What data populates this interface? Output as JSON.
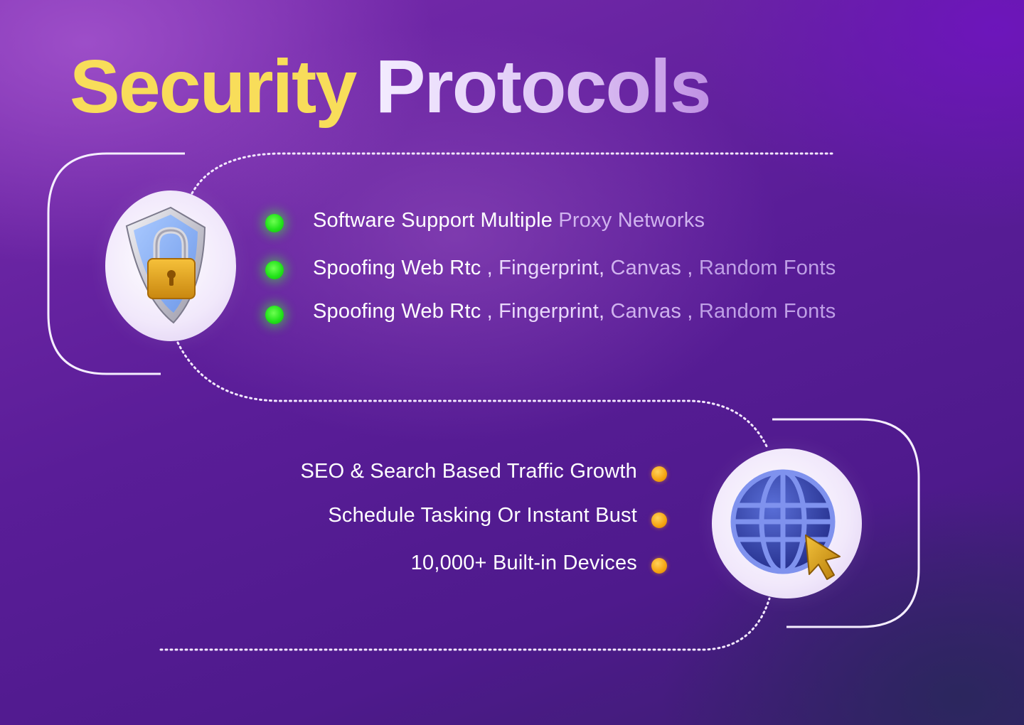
{
  "title": {
    "word1": "Security",
    "word2": "Protocols"
  },
  "colors": {
    "title_accent": "#f8dd5a",
    "bullet_green": "#22e41a",
    "bullet_orange": "#f5a310",
    "background": "#5a1d98"
  },
  "section_top": {
    "icon": "shield-lock-icon",
    "items": [
      {
        "part1": "Software Support Multiple",
        "part2": " Proxy Networks"
      },
      {
        "part1": "Spoofing Web Rtc",
        "part2": " , Fingerprint,",
        "part3": " Canvas ,",
        "part4": " Random Fonts"
      },
      {
        "part1": "Spoofing Web Rtc",
        "part2": " , Fingerprint,",
        "part3": " Canvas ,",
        "part4": " Random Fonts"
      }
    ]
  },
  "section_bottom": {
    "icon": "globe-cursor-icon",
    "items": [
      {
        "label": "SEO & Search Based Traffic Growth"
      },
      {
        "label": "Schedule Tasking Or Instant Bust"
      },
      {
        "label": "10,000+ Built-in Devices"
      }
    ]
  }
}
